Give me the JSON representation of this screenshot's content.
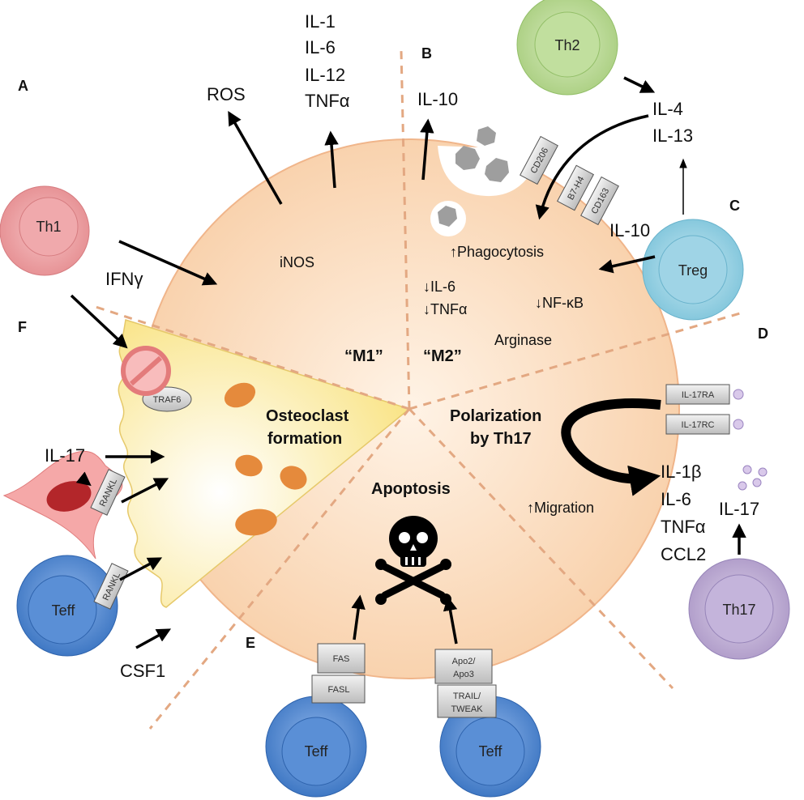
{
  "panels": {
    "a": "A",
    "b": "B",
    "c": "C",
    "d": "D",
    "e": "E",
    "f": "F"
  },
  "cells": {
    "th1": "Th1",
    "th2": "Th2",
    "treg": "Treg",
    "th17": "Th17",
    "teff": "Teff"
  },
  "cytokines": {
    "m1_up": [
      "IL-1",
      "IL-6",
      "IL-12",
      "TNFα"
    ],
    "ros": "ROS",
    "ifng": "IFNγ",
    "il10": "IL-10",
    "il4": "IL-4",
    "il13": "IL-13",
    "il17": "IL-17",
    "csf1": "CSF1",
    "th17_out": [
      "IL-1β",
      "IL-6",
      "TNFα",
      "CCL2"
    ]
  },
  "macrophage": {
    "inos": "iNOS",
    "m1": "“M1”",
    "m2": "“M2”",
    "phagocytosis": "↑Phagocytosis",
    "down_il6": "↓IL-6",
    "down_tnfa": "↓TNFα",
    "down_nfkb": "↓NF-κB",
    "arginase": "Arginase",
    "osteoclast": [
      "Osteoclast",
      "formation"
    ],
    "polarization": [
      "Polarization",
      "by Th17"
    ],
    "migration": "↑Migration",
    "apoptosis": "Apoptosis"
  },
  "receptors": {
    "cd206": "CD206",
    "b7h4": "B7-H4",
    "cd163": "CD163",
    "il17ra": "IL-17RA",
    "il17rc": "IL-17RC",
    "traf6": "TRAF6",
    "rankl": "RANKL",
    "fas": "FAS",
    "fasl": "FASL",
    "apo": [
      "Apo2/",
      "Apo3"
    ],
    "trail": [
      "TRAIL/",
      "TWEAK"
    ]
  },
  "colors": {
    "macrophage": "#fbd8b8",
    "th1": "#e8999c",
    "th2": "#b5d58f",
    "treg": "#8fcde0",
    "th17": "#b7a4cf",
    "teff": "#4f86cf",
    "osteoclast_nucleus": "#e58a3c",
    "wedge": "#fbeeaa"
  }
}
